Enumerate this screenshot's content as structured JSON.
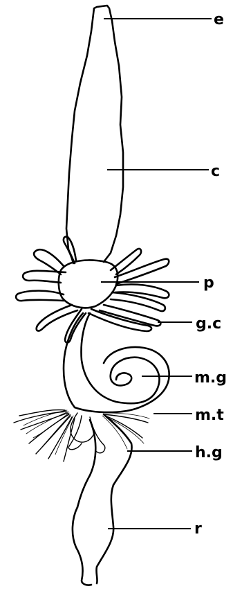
{
  "labels": {
    "e": "e",
    "c": "c",
    "p": "p",
    "gc": "g.c",
    "mg": "m.g",
    "mt": "m.t",
    "hg": "h.g",
    "r": "r"
  }
}
